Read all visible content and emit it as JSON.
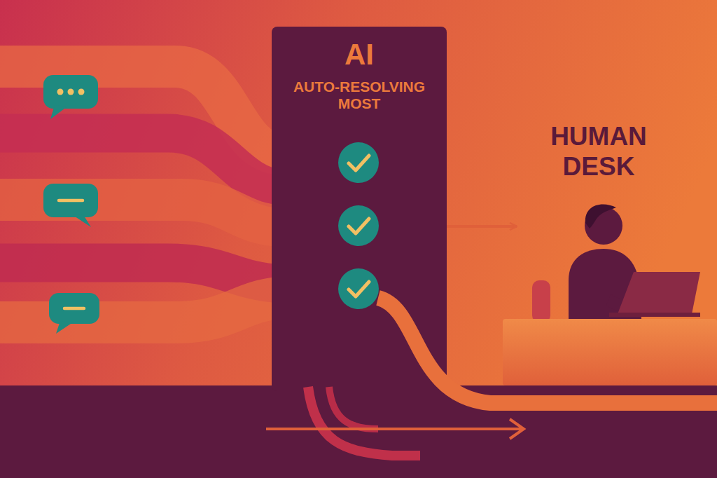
{
  "diagram": {
    "nodes": [
      {
        "text": [
          "AI",
          "AUTO-RESOLVING MOST"
        ]
      },
      {
        "text": [
          "HUMAN DESK"
        ]
      }
    ],
    "edges": [
      {
        "from": 0,
        "to": 1,
        "arrow": "to"
      }
    ]
  }
}
